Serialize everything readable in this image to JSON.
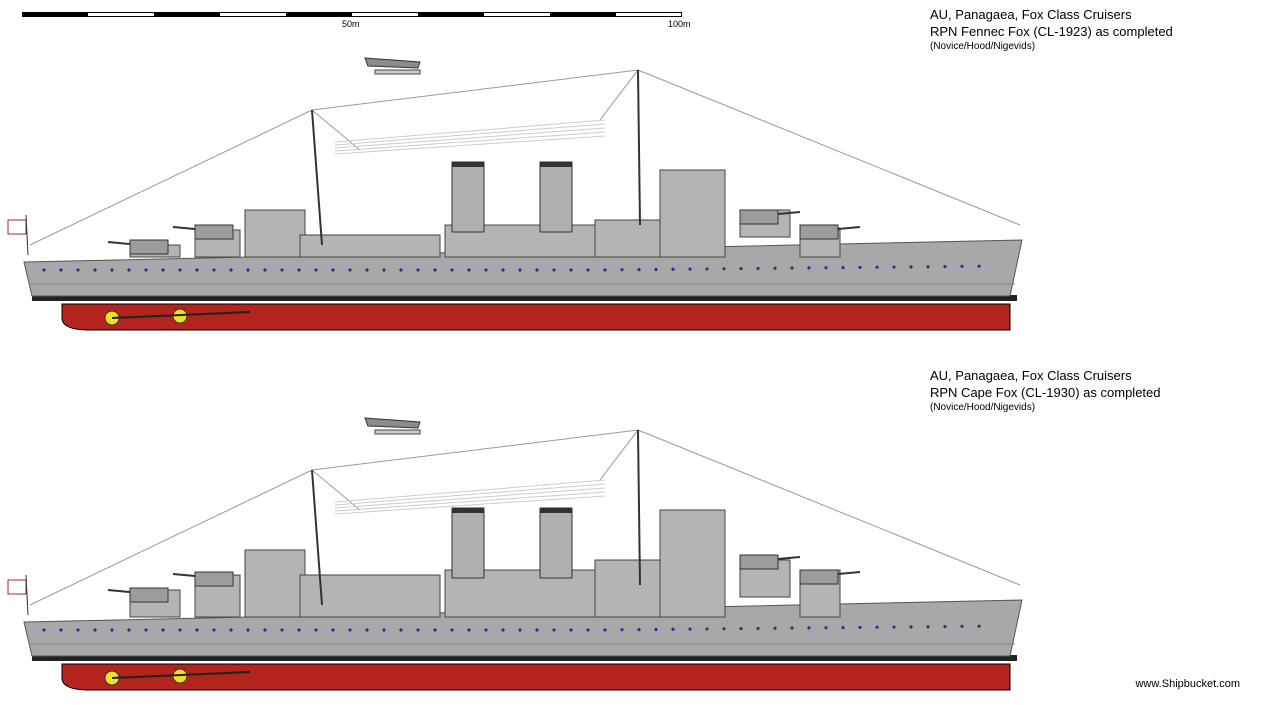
{
  "scale": {
    "label_50": "50m",
    "label_100": "100m"
  },
  "ships": [
    {
      "line1": "AU, Panagaea, Fox Class Cruisers",
      "line2": "RPN Fennec Fox (CL-1923) as completed",
      "line3": "(Novice/Hood/Nigevids)"
    },
    {
      "line1": "AU, Panagaea, Fox Class Cruisers",
      "line2": "RPN Cape Fox (CL-1930) as completed",
      "line3": "(Novice/Hood/Nigevids)"
    }
  ],
  "footer": "www.Shipbucket.com",
  "colors": {
    "hull": "#a8a8a8",
    "hull_dark": "#8a8a8a",
    "antifouling": "#b2241c",
    "boot": "#222222",
    "porthole": "#1a3a8c",
    "propeller": "#f0e020"
  }
}
